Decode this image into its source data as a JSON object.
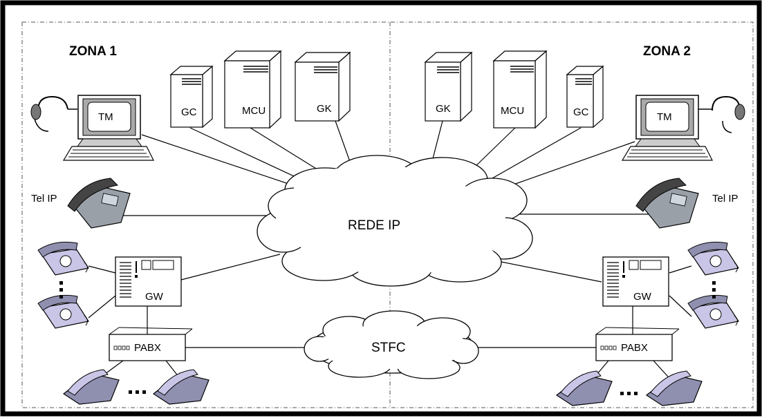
{
  "zones": [
    {
      "label": "ZONA 1"
    },
    {
      "label": "ZONA 2"
    }
  ],
  "servers": {
    "left": [
      "GC",
      "MCU",
      "GK"
    ],
    "right": [
      "GK",
      "MCU",
      "GC"
    ]
  },
  "terminal_label": "TM",
  "ip_phone_label": "Tel IP",
  "gateway_label": "GW",
  "pabx_label": "PABX",
  "clouds": {
    "ip": "REDE IP",
    "pstn": "STFC"
  },
  "colors": {
    "frame": "#000000",
    "zone_border": "#555555",
    "phone_fill": "#c9c5e6",
    "handset_fill": "#8f8fb0"
  }
}
